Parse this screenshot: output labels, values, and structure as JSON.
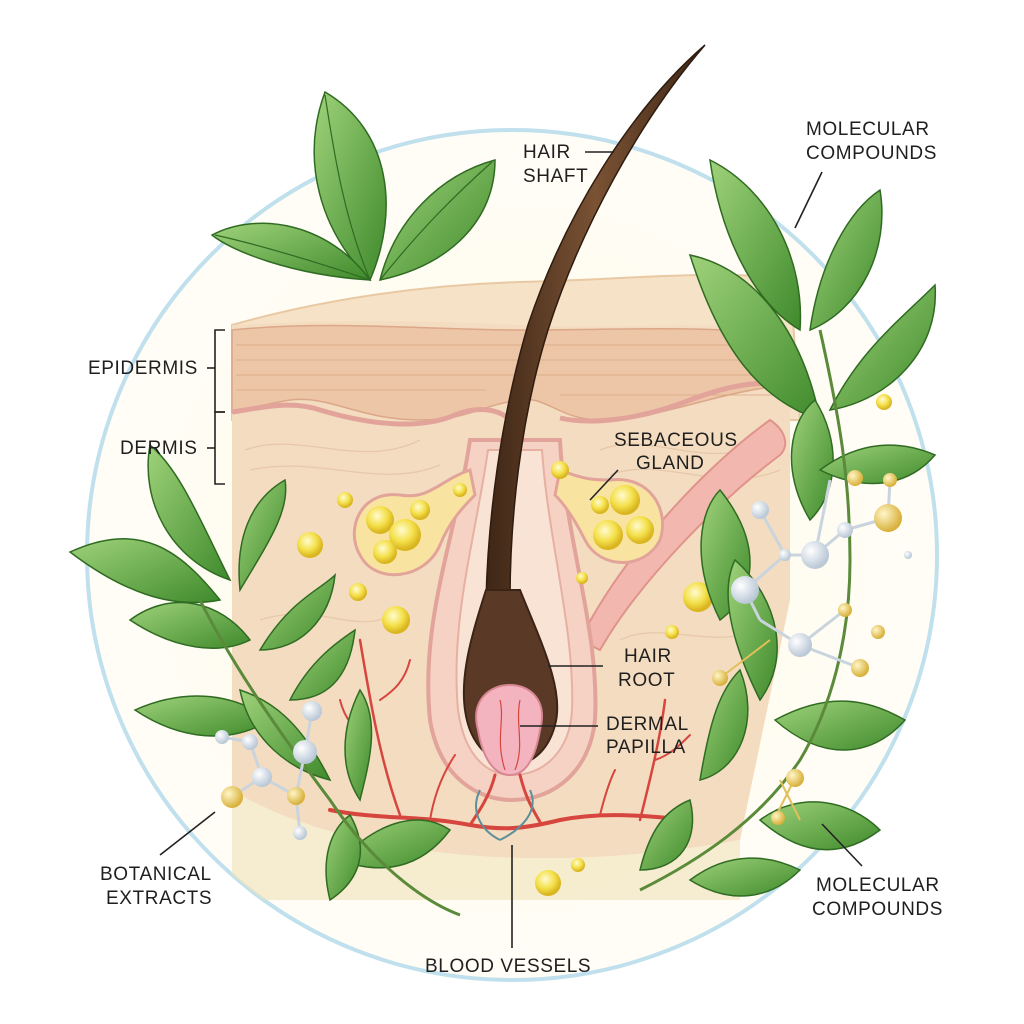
{
  "labels": {
    "hair_shaft": [
      "HAIR",
      "SHAFT"
    ],
    "molecular_compounds_top": [
      "MOLECULAR",
      "COMPOUNDS"
    ],
    "epidermis": "EPIDERMIS",
    "dermis": "DERMIS",
    "sebaceous_gland": [
      "SEBACEOUS",
      "GLAND"
    ],
    "hair_root": [
      "HAIR",
      "ROOT"
    ],
    "dermal_papilla": [
      "DERMAL",
      "PAPILLA"
    ],
    "botanical_extracts": [
      "BOTANICAL",
      "EXTRACTS"
    ],
    "molecular_compounds_bottom": [
      "MOLECULAR",
      "COMPOUNDS"
    ],
    "blood_vessels": "BLOOD VESSELS"
  },
  "colors": {
    "skin": "#f3dcc0",
    "epidermis": "#ecc6a6",
    "dermis_line": "#e2a49a",
    "hair": "#5a3a26",
    "papilla": "#f4b4bf",
    "oil": "#f4e04a",
    "leaf": "#4f9a3a",
    "leaf_light": "#8cc76a",
    "vessel": "#d6463e",
    "molecule": "#dfe7ef",
    "halo": "#bfe0ec"
  }
}
